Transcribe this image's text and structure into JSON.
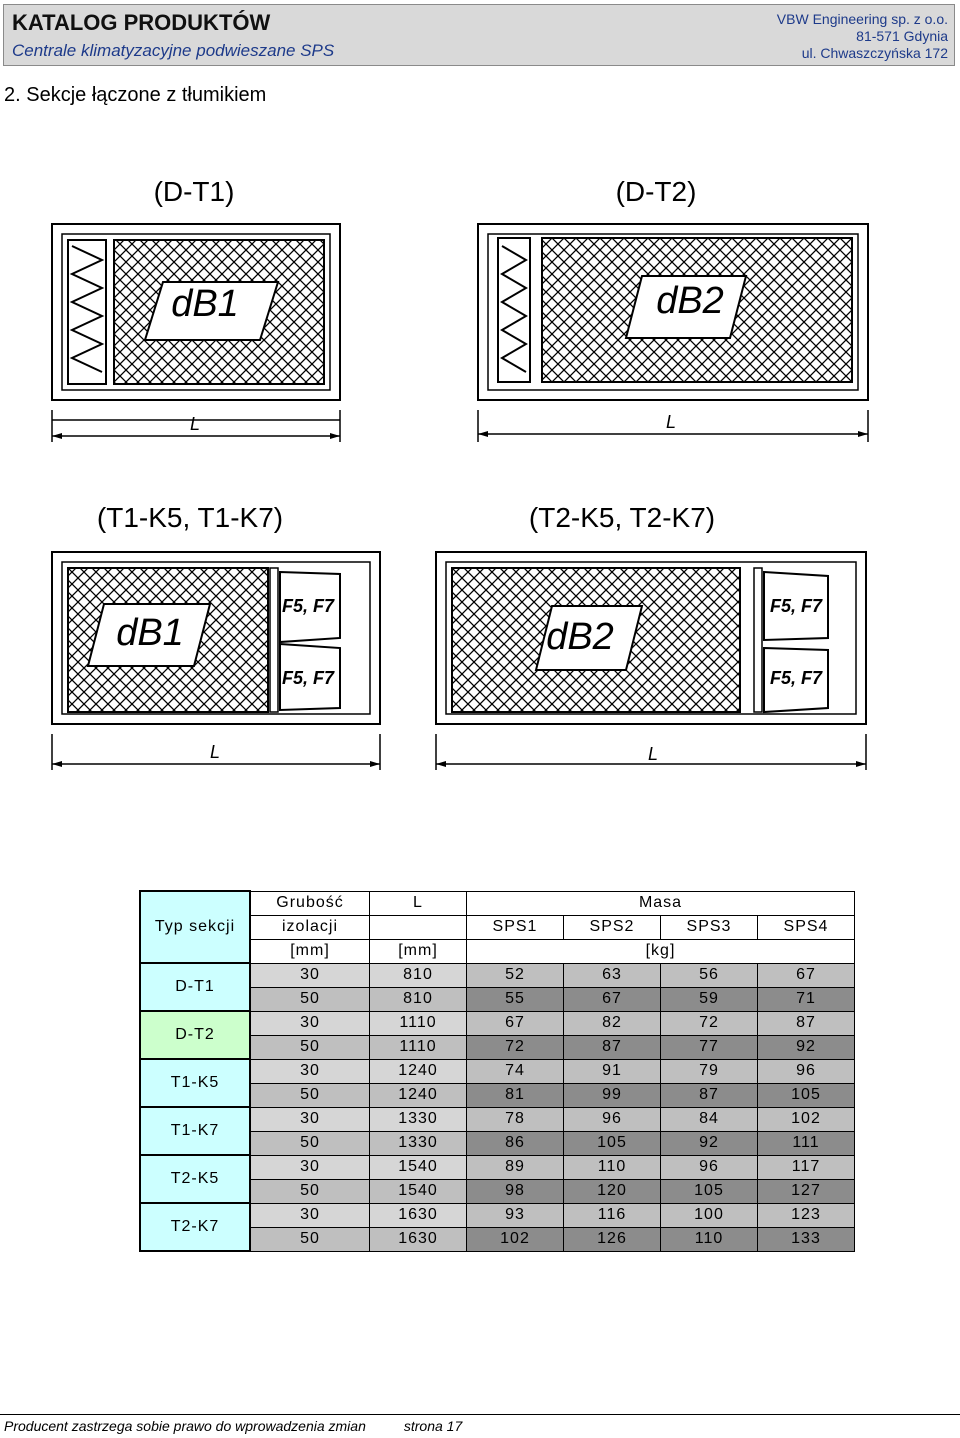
{
  "header": {
    "title": "KATALOG PRODUKTÓW",
    "subtitle": "Centrale klimatyzacyjne podwieszane SPS",
    "company": "VBW Engineering sp. z o.o.",
    "city": "81-571 Gdynia",
    "street": "ul. Chwaszczyńska 172"
  },
  "section_title": "2. Sekcje łączone z tłumikiem",
  "diagrams": {
    "dt1": {
      "caption": "(D-T1)",
      "badge": "dB1",
      "dim": "L"
    },
    "dt2": {
      "caption": "(D-T2)",
      "badge": "dB2",
      "dim": "L"
    },
    "t1k": {
      "caption": "(T1-K5, T1-K7)",
      "badge": "dB1",
      "filter_top": "F5, F7",
      "filter_bottom": "F5, F7",
      "dim": "L"
    },
    "t2k": {
      "caption": "(T2-K5, T2-K7)",
      "badge": "dB2",
      "filter_top": "F5, F7",
      "filter_bottom": "F5, F7",
      "dim": "L"
    }
  },
  "table": {
    "typ_label": "Typ sekcji",
    "grubosc": [
      "Grubość",
      "izolacji",
      "[mm]"
    ],
    "l_label": "L",
    "l_unit": "[mm]",
    "masa": "Masa",
    "masa_unit": "[kg]",
    "sps": [
      "SPS1",
      "SPS2",
      "SPS3",
      "SPS4"
    ],
    "groups": [
      {
        "type": "D-T1",
        "rows": [
          [
            "30",
            "810",
            "52",
            "63",
            "56",
            "67"
          ],
          [
            "50",
            "810",
            "55",
            "67",
            "59",
            "71"
          ]
        ]
      },
      {
        "type": "D-T2",
        "rows": [
          [
            "30",
            "1110",
            "67",
            "82",
            "72",
            "87"
          ],
          [
            "50",
            "1110",
            "72",
            "87",
            "77",
            "92"
          ]
        ]
      },
      {
        "type": "T1-K5",
        "rows": [
          [
            "30",
            "1240",
            "74",
            "91",
            "79",
            "96"
          ],
          [
            "50",
            "1240",
            "81",
            "99",
            "87",
            "105"
          ]
        ]
      },
      {
        "type": "T1-K7",
        "rows": [
          [
            "30",
            "1330",
            "78",
            "96",
            "84",
            "102"
          ],
          [
            "50",
            "1330",
            "86",
            "105",
            "92",
            "111"
          ]
        ]
      },
      {
        "type": "T2-K5",
        "rows": [
          [
            "30",
            "1540",
            "89",
            "110",
            "96",
            "117"
          ],
          [
            "50",
            "1540",
            "98",
            "120",
            "105",
            "127"
          ]
        ]
      },
      {
        "type": "T2-K7",
        "rows": [
          [
            "30",
            "1630",
            "93",
            "116",
            "100",
            "123"
          ],
          [
            "50",
            "1630",
            "102",
            "126",
            "110",
            "133"
          ]
        ]
      }
    ]
  },
  "footer": {
    "text": "Producent zastrzega sobie prawo do wprowadzenia zmian",
    "page": "strona 17"
  }
}
